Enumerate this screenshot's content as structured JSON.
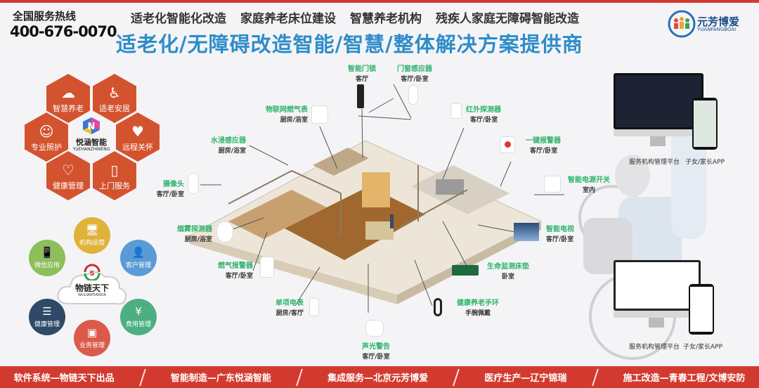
{
  "hotline": {
    "label": "全国服务热线",
    "number": "400-676-0070"
  },
  "subtitle_items": [
    "适老化智能化改造",
    "家庭养老床位建设",
    "智慧养老机构",
    "残疾人家庭无障碍智能改造"
  ],
  "title": "适老化/无障碍改造智能/智慧/整体解决方案提供商",
  "brand": {
    "name": "元芳博爱",
    "en": "YUANFANGBOAI"
  },
  "hex_panel": {
    "logo_name": "悦涵智能",
    "logo_en": "YUEHANZHINENG",
    "items": [
      "智慧养老",
      "适老安居",
      "专业照护",
      "远程关怀",
      "健康管理",
      "上门服务"
    ]
  },
  "cloud_panel": {
    "logo_name": "物链天下",
    "logo_en": "WULIANTIANXIA",
    "items": [
      "机构运营",
      "客户管理",
      "费用管理",
      "业务管理",
      "健康管理",
      "微信应用"
    ]
  },
  "devices": [
    {
      "name": "智能门锁",
      "room": "客厅"
    },
    {
      "name": "门窗感应器",
      "room": "客厅/卧室"
    },
    {
      "name": "物联网燃气表",
      "room": "厨房/浴室"
    },
    {
      "name": "红外探测器",
      "room": "客厅/卧室"
    },
    {
      "name": "水浸感应器",
      "room": "厨房/浴室"
    },
    {
      "name": "一键报警器",
      "room": "客厅/卧室"
    },
    {
      "name": "摄像头",
      "room": "客厅/卧室"
    },
    {
      "name": "智能电源开关",
      "room": "室内"
    },
    {
      "name": "烟雾探测器",
      "room": "厨房/浴室"
    },
    {
      "name": "智能电视",
      "room": "客厅/卧室"
    },
    {
      "name": "燃气报警器",
      "room": "客厅/卧室"
    },
    {
      "name": "生命监测床垫",
      "room": "卧室"
    },
    {
      "name": "单项电表",
      "room": "厨房/客厅"
    },
    {
      "name": "健康养老手环",
      "room": "手腕佩戴"
    },
    {
      "name": "声光警告",
      "room": "客厅/卧室"
    }
  ],
  "platforms": {
    "top": [
      "服务机构管理平台",
      "子女/家长APP"
    ],
    "bottom": [
      "服务机构管理平台",
      "子女/家长APP"
    ]
  },
  "footer": [
    "软件系统—物链天下出品",
    "智能制造—广东悦涵智能",
    "集成服务—北京元芳博爱",
    "医疗生产—辽宁锦瑞",
    "施工改造—青春工程/文博安防"
  ],
  "colors": {
    "red": "#d33a2f",
    "blue": "#2e8dc8",
    "green": "#2fb36a",
    "hex": "#d4532f"
  }
}
